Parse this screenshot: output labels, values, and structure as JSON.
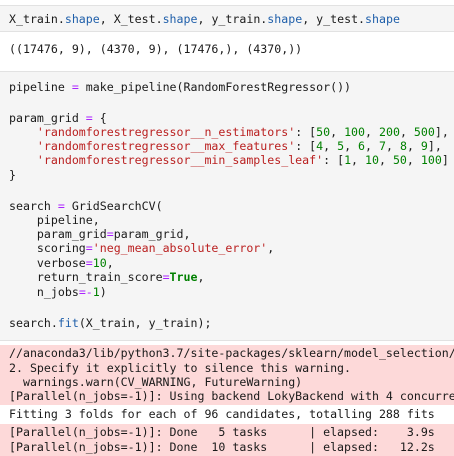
{
  "cell1": {
    "code": {
      "a": "X_train.",
      "b": "shape",
      "c": ", X_test.",
      "d": "shape",
      "e": ", y_train.",
      "f": "shape",
      "g": ", y_test.",
      "h": "shape"
    },
    "output": "((17476, 9), (4370, 9), (17476,), (4370,))"
  },
  "cell2": {
    "l1": {
      "a": "pipeline ",
      "b": "=",
      "c": " make_pipeline(RandomForestRegressor())"
    },
    "l2": {
      "a": "param_grid ",
      "b": "=",
      "c": " {"
    },
    "l3": {
      "a": "    ",
      "s": "'randomforestregressor__n_estimators'",
      "b": ": [",
      "n1": "50",
      "c1": ", ",
      "n2": "100",
      "c2": ", ",
      "n3": "200",
      "c3": ", ",
      "n4": "500",
      "e": "],"
    },
    "l4": {
      "a": "    ",
      "s": "'randomforestregressor__max_features'",
      "b": ": [",
      "n1": "4",
      "c1": ", ",
      "n2": "5",
      "c2": ", ",
      "n3": "6",
      "c3": ", ",
      "n4": "7",
      "c4": ", ",
      "n5": "8",
      "c5": ", ",
      "n6": "9",
      "e": "],"
    },
    "l5": {
      "a": "    ",
      "s": "'randomforestregressor__min_samples_leaf'",
      "b": ": [",
      "n1": "1",
      "c1": ", ",
      "n2": "10",
      "c2": ", ",
      "n3": "50",
      "c3": ", ",
      "n4": "100",
      "e": "]"
    },
    "l6": "}",
    "l7": {
      "a": "search ",
      "b": "=",
      "c": " GridSearchCV("
    },
    "l8": "    pipeline,",
    "l9": {
      "a": "    param_grid",
      "b": "=",
      "c": "param_grid,"
    },
    "l10": {
      "a": "    scoring",
      "b": "=",
      "s": "'neg_mean_absolute_error'",
      "c": ","
    },
    "l11": {
      "a": "    verbose",
      "b": "=",
      "n": "10",
      "c": ","
    },
    "l12": {
      "a": "    return_train_score",
      "b": "=",
      "k": "True",
      "c": ","
    },
    "l13": {
      "a": "    n_jobs",
      "b": "=-",
      "n": "1",
      "c": ")"
    },
    "l14": {
      "a": "search.",
      "b": "fit",
      "c": "(X_train, y_train);"
    }
  },
  "stderr1": {
    "l1": "//anaconda3/lib/python3.7/site-packages/sklearn/model_selection/_",
    "l2": "2. Specify it explicitly to silence this warning.",
    "l3": "  warnings.warn(CV_WARNING, FutureWarning)",
    "l4": "[Parallel(n_jobs=-1)]: Using backend LokyBackend with 4 concurrer"
  },
  "stdout1": {
    "l1": "Fitting 3 folds for each of 96 candidates, totalling 288 fits"
  },
  "stderr2": {
    "l1": "[Parallel(n_jobs=-1)]: Done   5 tasks      | elapsed:    3.9s",
    "l2": "[Parallel(n_jobs=-1)]: Done  10 tasks      | elapsed:   12.2s"
  }
}
